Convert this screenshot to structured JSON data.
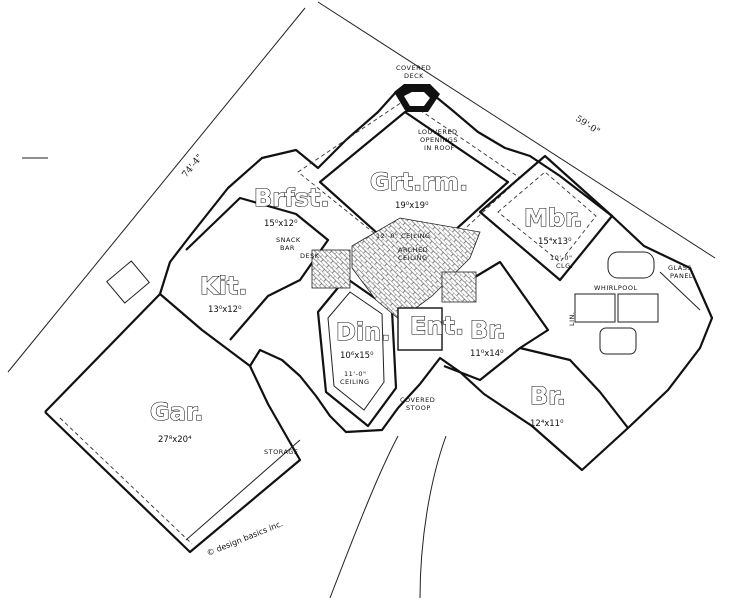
{
  "rooms": {
    "great_room": {
      "name": "Grt.rm.",
      "dims": "19⁰x19⁰"
    },
    "breakfast": {
      "name": "Brfst.",
      "dims": "15⁰x12⁰"
    },
    "kitchen": {
      "name": "Kit.",
      "dims": "13⁰x12⁰"
    },
    "master_bedroom": {
      "name": "Mbr.",
      "dims": "15⁴x13⁰"
    },
    "dining": {
      "name": "Din.",
      "dims": "10⁶x15⁰"
    },
    "entry": {
      "name": "Ent."
    },
    "bedroom_2": {
      "name": "Br.",
      "dims": "11⁰x14⁰"
    },
    "bedroom_3": {
      "name": "Br.",
      "dims": "12⁴x11⁰"
    },
    "garage": {
      "name": "Gar.",
      "dims": "27⁸x20⁴"
    }
  },
  "notes": {
    "covered_deck": [
      "COVERED",
      "DECK"
    ],
    "louvered": [
      "LOUVERED",
      "OPENINGS",
      "IN ROOF"
    ],
    "ceiling_12": "12'-0\" CEILING",
    "arched": [
      "ARCHED",
      "CEILING"
    ],
    "snack_bar": [
      "SNACK",
      "BAR"
    ],
    "desk": "DESK",
    "master_ceiling": [
      "10'-0\"",
      "CLG."
    ],
    "dining_ceiling": [
      "11'-0\"",
      "CEILING"
    ],
    "covered_stoop": [
      "COVERED",
      "STOOP"
    ],
    "whirlpool": "WHIRLPOOL",
    "glass_panel": [
      "GLASS",
      "PANEL"
    ],
    "linen": "LIN.",
    "storage": "STORAGE"
  },
  "dimensions": {
    "left": "74'-4\"",
    "right": "59'-0\""
  },
  "credit": "© design basics inc."
}
